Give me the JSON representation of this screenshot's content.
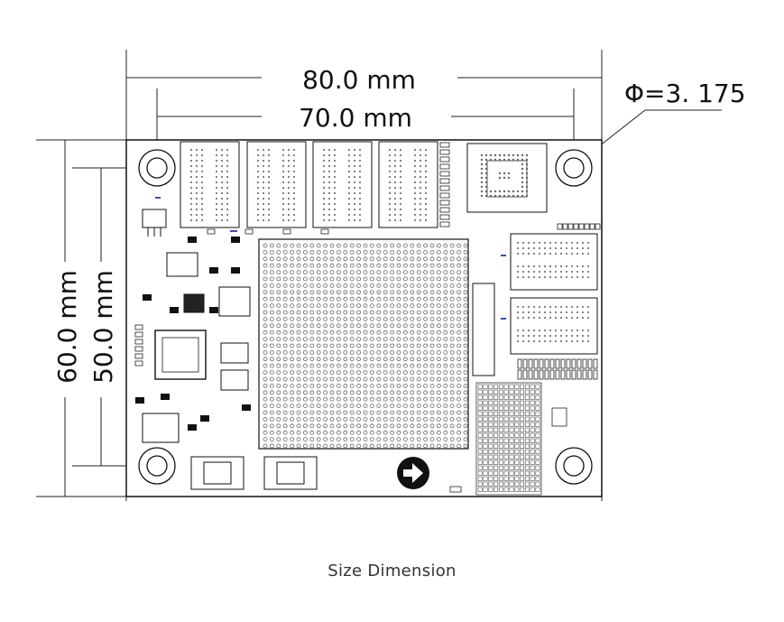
{
  "dimensions": {
    "outer_width": "80.0 mm",
    "inner_width": "70.0 mm",
    "outer_height": "60.0 mm",
    "inner_height": "50.0 mm",
    "hole_diameter": "Φ=3. 175"
  },
  "caption": "Size Dimension",
  "colors": {
    "line": "#111111",
    "text": "#111111",
    "caption": "#333333",
    "accent_blue": "#3a4cc8"
  },
  "icons": {
    "direction_marker": "arrow-right-circle-icon",
    "mounting_hole": "mounting-hole-icon"
  }
}
